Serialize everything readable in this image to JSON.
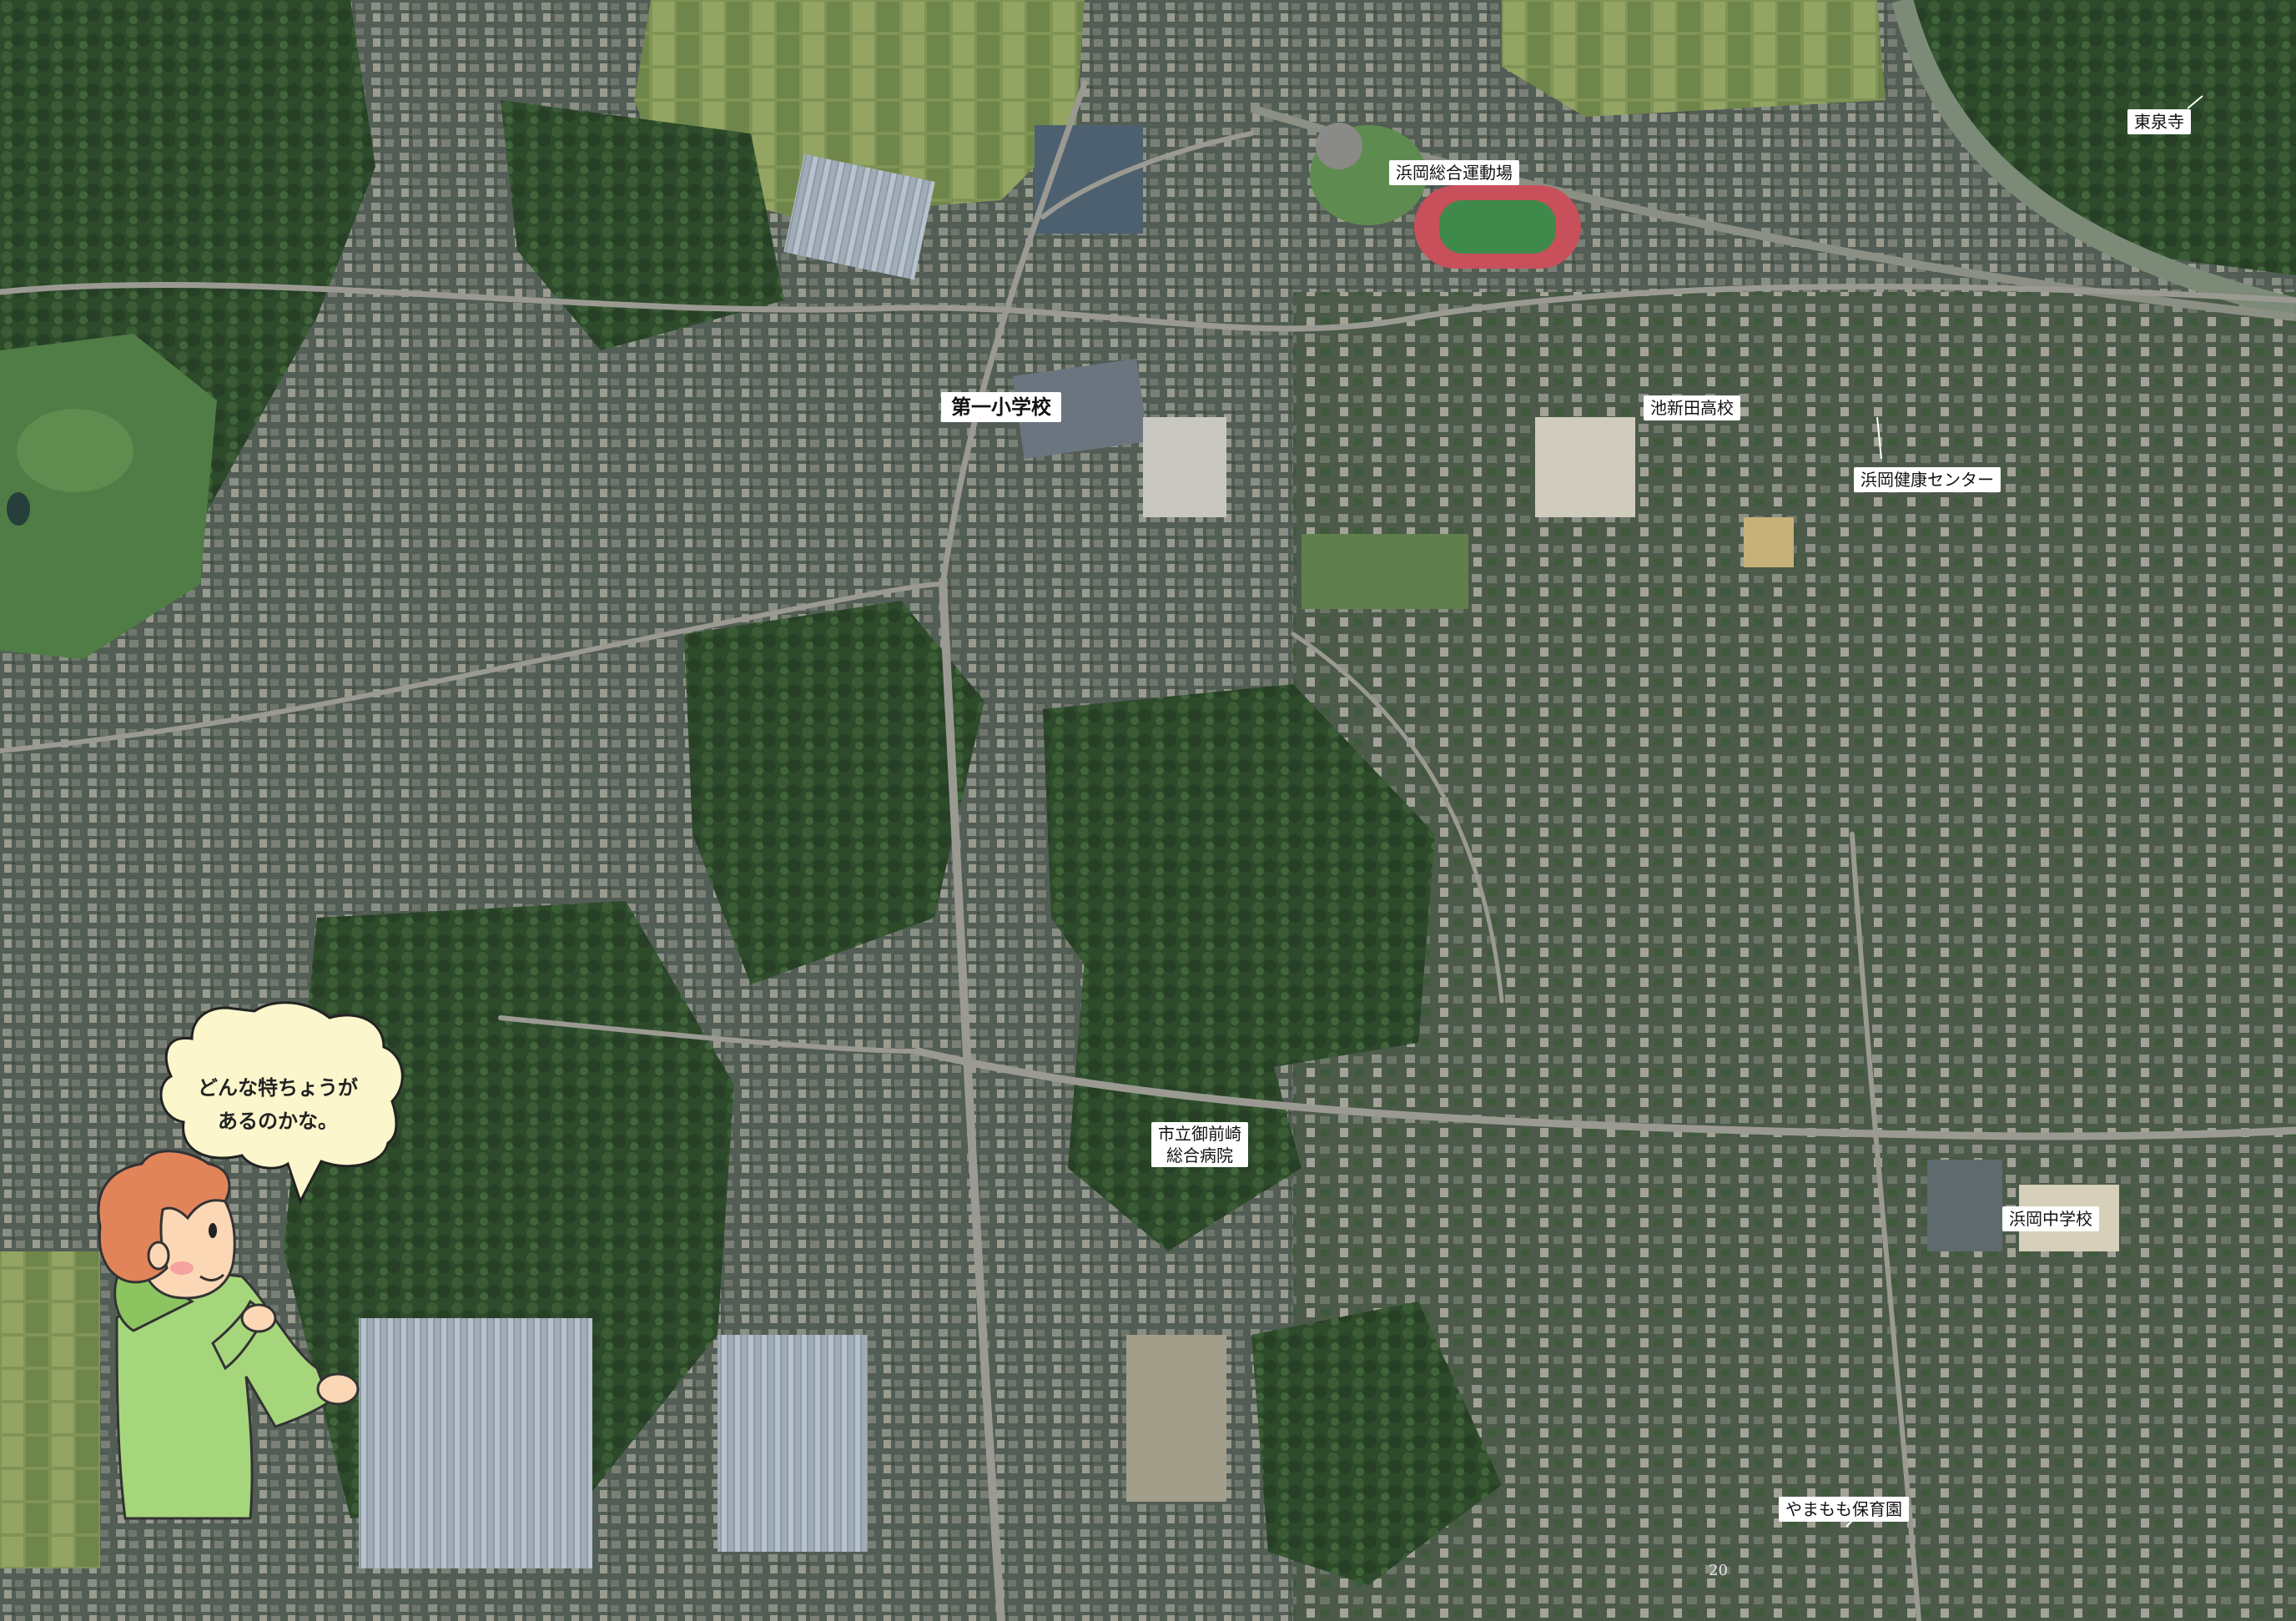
{
  "labels": {
    "tosenji": "東泉寺",
    "stadium": "浜岡総合運動場",
    "school1": "第一小学校",
    "ikeshinden": "池新田高校",
    "health": "浜岡健康センター",
    "hospital_line1": "市立御前崎",
    "hospital_line2": "総合病院",
    "junior_high": "浜岡中学校",
    "nursery": "やまもも保育園"
  },
  "speech": {
    "line1": "どんな特ちょうが",
    "line2": "あるのかな。"
  },
  "page_number": "20",
  "colors": {
    "forest": "#2f4a2c",
    "residential": "#56625a",
    "field": "#6f8a4e",
    "track": "#c8505a",
    "infield": "#3f8a4a"
  }
}
